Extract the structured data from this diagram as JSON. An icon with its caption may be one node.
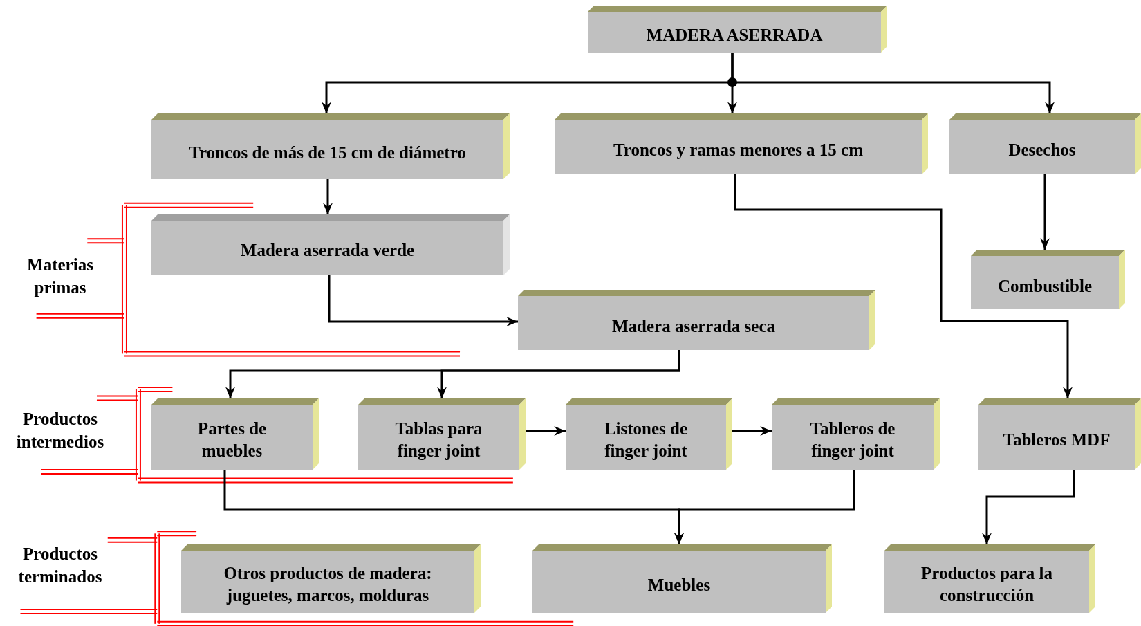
{
  "diagram": {
    "nodes": [
      {
        "text": [
          "MADERA ASERRADA"
        ]
      },
      {
        "text": [
          "Troncos de más de 15 cm de diámetro"
        ]
      },
      {
        "text": [
          "Troncos y ramas menores a 15 cm"
        ]
      },
      {
        "text": [
          "Desechos"
        ]
      },
      {
        "text": [
          "Madera aserrada verde"
        ]
      },
      {
        "text": [
          "Combustible"
        ]
      },
      {
        "text": [
          "Madera aserrada seca"
        ]
      },
      {
        "text": [
          "Partes de muebles"
        ]
      },
      {
        "text": [
          "Tablas para finger joint"
        ]
      },
      {
        "text": [
          "Listones de finger joint"
        ]
      },
      {
        "text": [
          "Tableros de finger joint"
        ]
      },
      {
        "text": [
          "Tableros MDF"
        ]
      },
      {
        "text": [
          "Otros productos de madera: juguetes, marcos, molduras"
        ]
      },
      {
        "text": [
          "Muebles"
        ]
      },
      {
        "text": [
          "Productos para la construcción"
        ]
      }
    ],
    "edges": [
      {
        "from": 0,
        "to": 1,
        "arrow": "to"
      },
      {
        "from": 0,
        "to": 2,
        "arrow": "to"
      },
      {
        "from": 0,
        "to": 3,
        "arrow": "to"
      },
      {
        "from": 1,
        "to": 4,
        "arrow": "to"
      },
      {
        "from": 2,
        "to": 11,
        "arrow": "to"
      },
      {
        "from": 3,
        "to": 5,
        "arrow": "to"
      },
      {
        "from": 4,
        "to": 6,
        "arrow": "to"
      },
      {
        "from": 6,
        "to": 7,
        "arrow": "to"
      },
      {
        "from": 6,
        "to": 8,
        "arrow": "to"
      },
      {
        "from": 8,
        "to": 9,
        "arrow": "to"
      },
      {
        "from": 9,
        "to": 10,
        "arrow": "to"
      },
      {
        "from": 7,
        "to": 13,
        "arrow": "to"
      },
      {
        "from": 10,
        "to": 13,
        "arrow": "to"
      },
      {
        "from": 11,
        "to": 14,
        "arrow": "to"
      }
    ],
    "labels": [
      "Materias primas",
      "Productos intermedios",
      "Productos terminados"
    ]
  }
}
